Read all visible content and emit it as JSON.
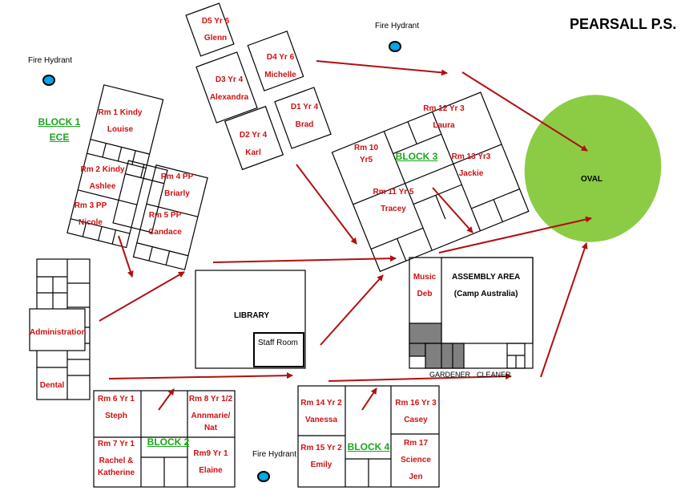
{
  "title": "PEARSALL P.S.",
  "fire_hydrant_label": "Fire Hydrant",
  "blocks": {
    "block1_line1": "BLOCK 1",
    "block1_line2": "ECE",
    "block2": "BLOCK 2",
    "block3": "BLOCK 3",
    "block4": "BLOCK 4"
  },
  "rooms": {
    "d5": [
      "D5 Yr 6",
      "Glenn"
    ],
    "d4": [
      "D4 Yr 6",
      "Michelle"
    ],
    "d3": [
      "D3 Yr 4",
      "Alexandra"
    ],
    "d1": [
      "D1 Yr 4",
      "Brad"
    ],
    "d2": [
      "D2 Yr 4",
      "Karl"
    ],
    "rm1": [
      "Rm 1 Kindy",
      "Louise"
    ],
    "rm2": [
      "Rm 2 Kindy",
      "Ashlee"
    ],
    "rm3": [
      "Rm 3 PP",
      "Nicole"
    ],
    "rm4": [
      "Rm 4 PP",
      "Briarly"
    ],
    "rm5": [
      "Rm 5 PP",
      "Candace"
    ],
    "rm10": [
      "Rm 10",
      "Yr5"
    ],
    "rm11": [
      "Rm 11  Yr 5",
      "Tracey"
    ],
    "rm12": [
      "Rm 12 Yr 3",
      "Laura"
    ],
    "rm13": [
      "Rm 13 Yr3",
      "Jackie"
    ],
    "rm6": [
      "Rm 6 Yr 1",
      "Steph"
    ],
    "rm7": [
      "Rm 7 Yr 1",
      "Rachel &",
      "Katherine"
    ],
    "rm8": [
      "Rm 8 Yr 1/2",
      "Annmarie/",
      "Nat"
    ],
    "rm9": [
      "Rm9 Yr 1",
      "Elaine"
    ],
    "rm14": [
      "Rm 14  Yr 2",
      "Vanessa"
    ],
    "rm15": [
      "Rm 15 Yr 2",
      "Emily"
    ],
    "rm16": [
      "Rm 16  Yr 3",
      "Casey"
    ],
    "rm17": [
      "Rm 17",
      "Science",
      "Jen"
    ],
    "music": [
      "Music",
      "Deb"
    ]
  },
  "places": {
    "administration": "Administration",
    "dental": "Dental",
    "library": "LIBRARY",
    "staff_room": "Staff Room",
    "assembly_line1": "ASSEMBLY AREA",
    "assembly_line2": "(Camp Australia)",
    "gardener": "GARDENER",
    "cleaner": "CLEANER",
    "oval": "OVAL"
  },
  "colors": {
    "room_text": "#d01010",
    "block_text": "#1aa61a",
    "arrow": "#b01010",
    "oval": "#8ccc44",
    "hydrant": "#00a6e8",
    "shade": "#808080"
  }
}
